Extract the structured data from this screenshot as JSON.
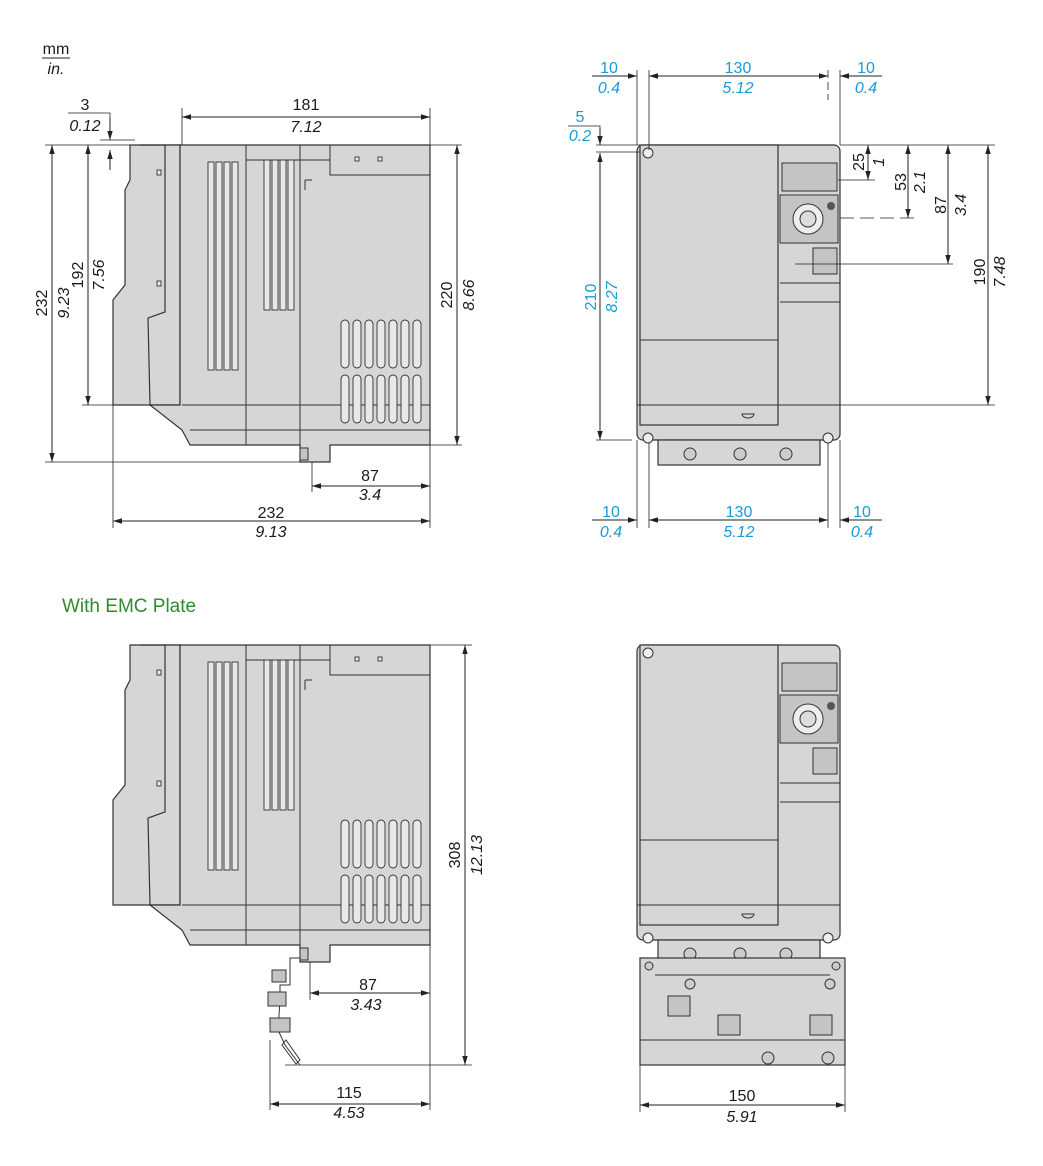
{
  "units": {
    "primary": "mm",
    "secondary": "in."
  },
  "section_label": "With EMC Plate",
  "colors": {
    "dimension_text": "#1a1a1a",
    "mounting_dimension_text": "#1a9ad6",
    "section_label": "#2e8b2e",
    "device_body": "#d6d6d6"
  },
  "side_view": {
    "rail_offset": {
      "mm": "3",
      "in": "0.12"
    },
    "depth_body": {
      "mm": "181",
      "in": "7.12"
    },
    "total_height": {
      "mm": "232",
      "in": "9.23"
    },
    "rail_height": {
      "mm": "192",
      "in": "7.56"
    },
    "body_height": {
      "mm": "220",
      "in": "8.66"
    },
    "terminal_depth": {
      "mm": "87",
      "in": "3.4"
    },
    "total_depth": {
      "mm": "232",
      "in": "9.13"
    }
  },
  "front_view": {
    "left_margin_top": {
      "mm": "10",
      "in": "0.4"
    },
    "hole_spacing_top": {
      "mm": "130",
      "in": "5.12"
    },
    "right_margin_top": {
      "mm": "10",
      "in": "0.4"
    },
    "hole_offset": {
      "mm": "5",
      "in": "0.2"
    },
    "hole_vertical_spacing": {
      "mm": "210",
      "in": "8.27"
    },
    "dim_25": {
      "mm": "25",
      "in": "1"
    },
    "dim_53": {
      "mm": "53",
      "in": "2.1"
    },
    "dim_87": {
      "mm": "87",
      "in": "3.4"
    },
    "dim_190": {
      "mm": "190",
      "in": "7.48"
    },
    "left_margin_bottom": {
      "mm": "10",
      "in": "0.4"
    },
    "hole_spacing_bottom": {
      "mm": "130",
      "in": "5.12"
    },
    "right_margin_bottom": {
      "mm": "10",
      "in": "0.4"
    }
  },
  "emc_side_view": {
    "total_height": {
      "mm": "308",
      "in": "12.13"
    },
    "terminal_depth": {
      "mm": "87",
      "in": "3.43"
    },
    "plate_depth": {
      "mm": "115",
      "in": "4.53"
    }
  },
  "emc_front_view": {
    "width": {
      "mm": "150",
      "in": "5.91"
    }
  }
}
